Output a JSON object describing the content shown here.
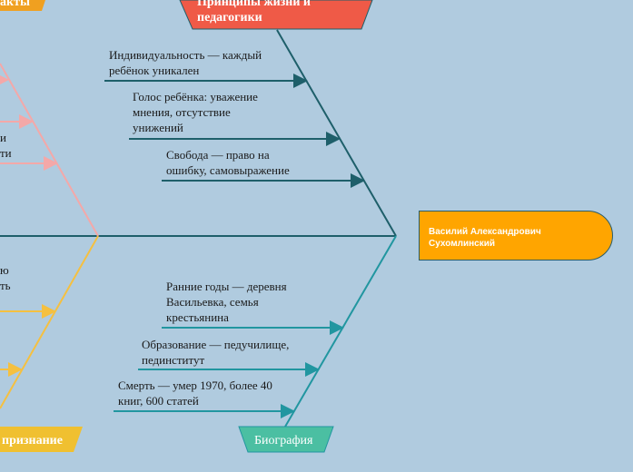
{
  "head": {
    "title": "Василий Александрович Сухомлинский"
  },
  "categories": {
    "principles": {
      "label_line1": "Принципы жизни и",
      "label_line2": "педагогики",
      "color": "#ef5a47",
      "items": [
        "Индивидуальность — каждый ребёнок уникален",
        "Голос ребёнка: уважение мнения, отсутствие унижений",
        "Свобода — право на ошибку, самовыражение"
      ]
    },
    "biography": {
      "label": "Биография",
      "color": "#4bbfa2",
      "items": [
        "Ранние годы — деревня Васильевка, семья крестьянина",
        "Образование — педучилище, пединститут",
        "Смерть — умер 1970, более 40 книг, 600 статей"
      ]
    },
    "facts": {
      "label": "акты",
      "color": "#f0a020",
      "partial_texts": [
        "и",
        "ти"
      ]
    },
    "recognition": {
      "label": "признание",
      "color": "#f0c030",
      "partial_texts": [
        "ю",
        "ть"
      ]
    }
  }
}
